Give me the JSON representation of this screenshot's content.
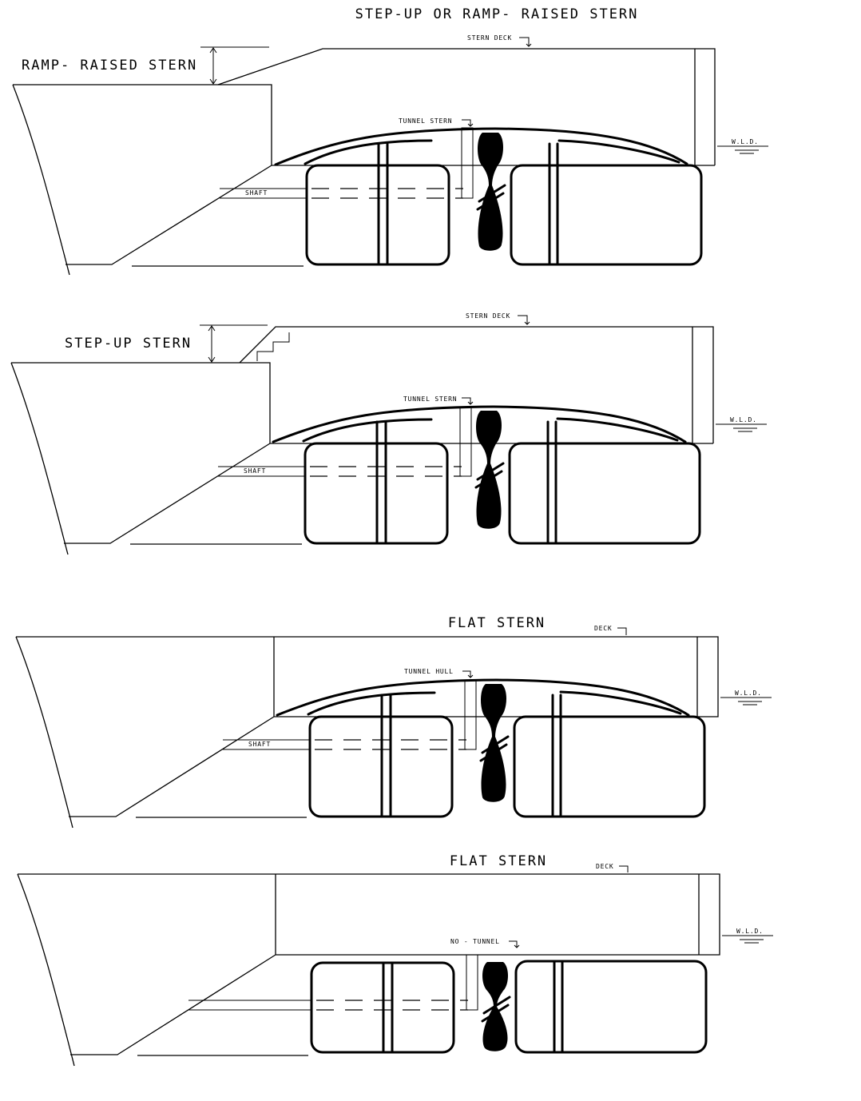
{
  "title": "STEP-UP OR RAMP- RAISED STERN",
  "panels": [
    {
      "heading": "RAMP- RAISED STERN",
      "deck_label": "STERN DECK",
      "tunnel_label": "TUNNEL STERN",
      "shaft_label": "SHAFT",
      "wld_label": "W.L.D."
    },
    {
      "heading": "STEP-UP STERN",
      "deck_label": "STERN DECK",
      "tunnel_label": "TUNNEL STERN",
      "shaft_label": "SHAFT",
      "wld_label": "W.L.D."
    },
    {
      "heading": "FLAT STERN",
      "deck_label": "DECK",
      "tunnel_label": "TUNNEL HULL",
      "shaft_label": "SHAFT",
      "wld_label": "W.L.D."
    },
    {
      "heading": "FLAT STERN",
      "deck_label": "DECK",
      "tunnel_label": "NO - TUNNEL",
      "shaft_label": "",
      "wld_label": "W.L.D."
    }
  ]
}
